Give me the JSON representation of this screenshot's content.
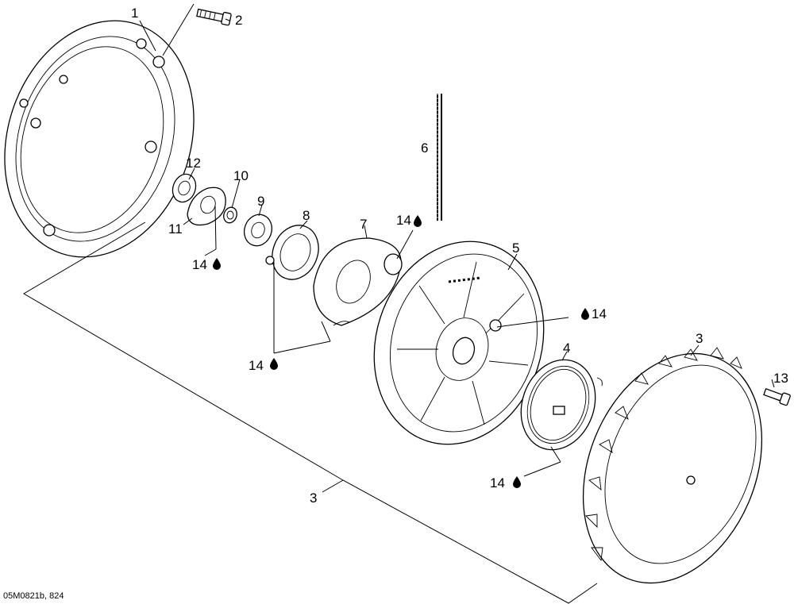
{
  "diagram": {
    "callouts": [
      {
        "id": "c1",
        "text": "1"
      },
      {
        "id": "c2",
        "text": "2"
      },
      {
        "id": "c3a",
        "text": "3"
      },
      {
        "id": "c3b",
        "text": "3"
      },
      {
        "id": "c4",
        "text": "4"
      },
      {
        "id": "c5",
        "text": "5"
      },
      {
        "id": "c6",
        "text": "6"
      },
      {
        "id": "c7",
        "text": "7"
      },
      {
        "id": "c8",
        "text": "8"
      },
      {
        "id": "c9",
        "text": "9"
      },
      {
        "id": "c10",
        "text": "10"
      },
      {
        "id": "c11",
        "text": "11"
      },
      {
        "id": "c12",
        "text": "12"
      },
      {
        "id": "c13",
        "text": "13"
      },
      {
        "id": "c14a",
        "text": "14"
      },
      {
        "id": "c14b",
        "text": "14"
      },
      {
        "id": "c14c",
        "text": "14"
      },
      {
        "id": "c14d",
        "text": "14"
      },
      {
        "id": "c14e",
        "text": "14"
      }
    ],
    "figure_code": "05M0821b, 824"
  }
}
